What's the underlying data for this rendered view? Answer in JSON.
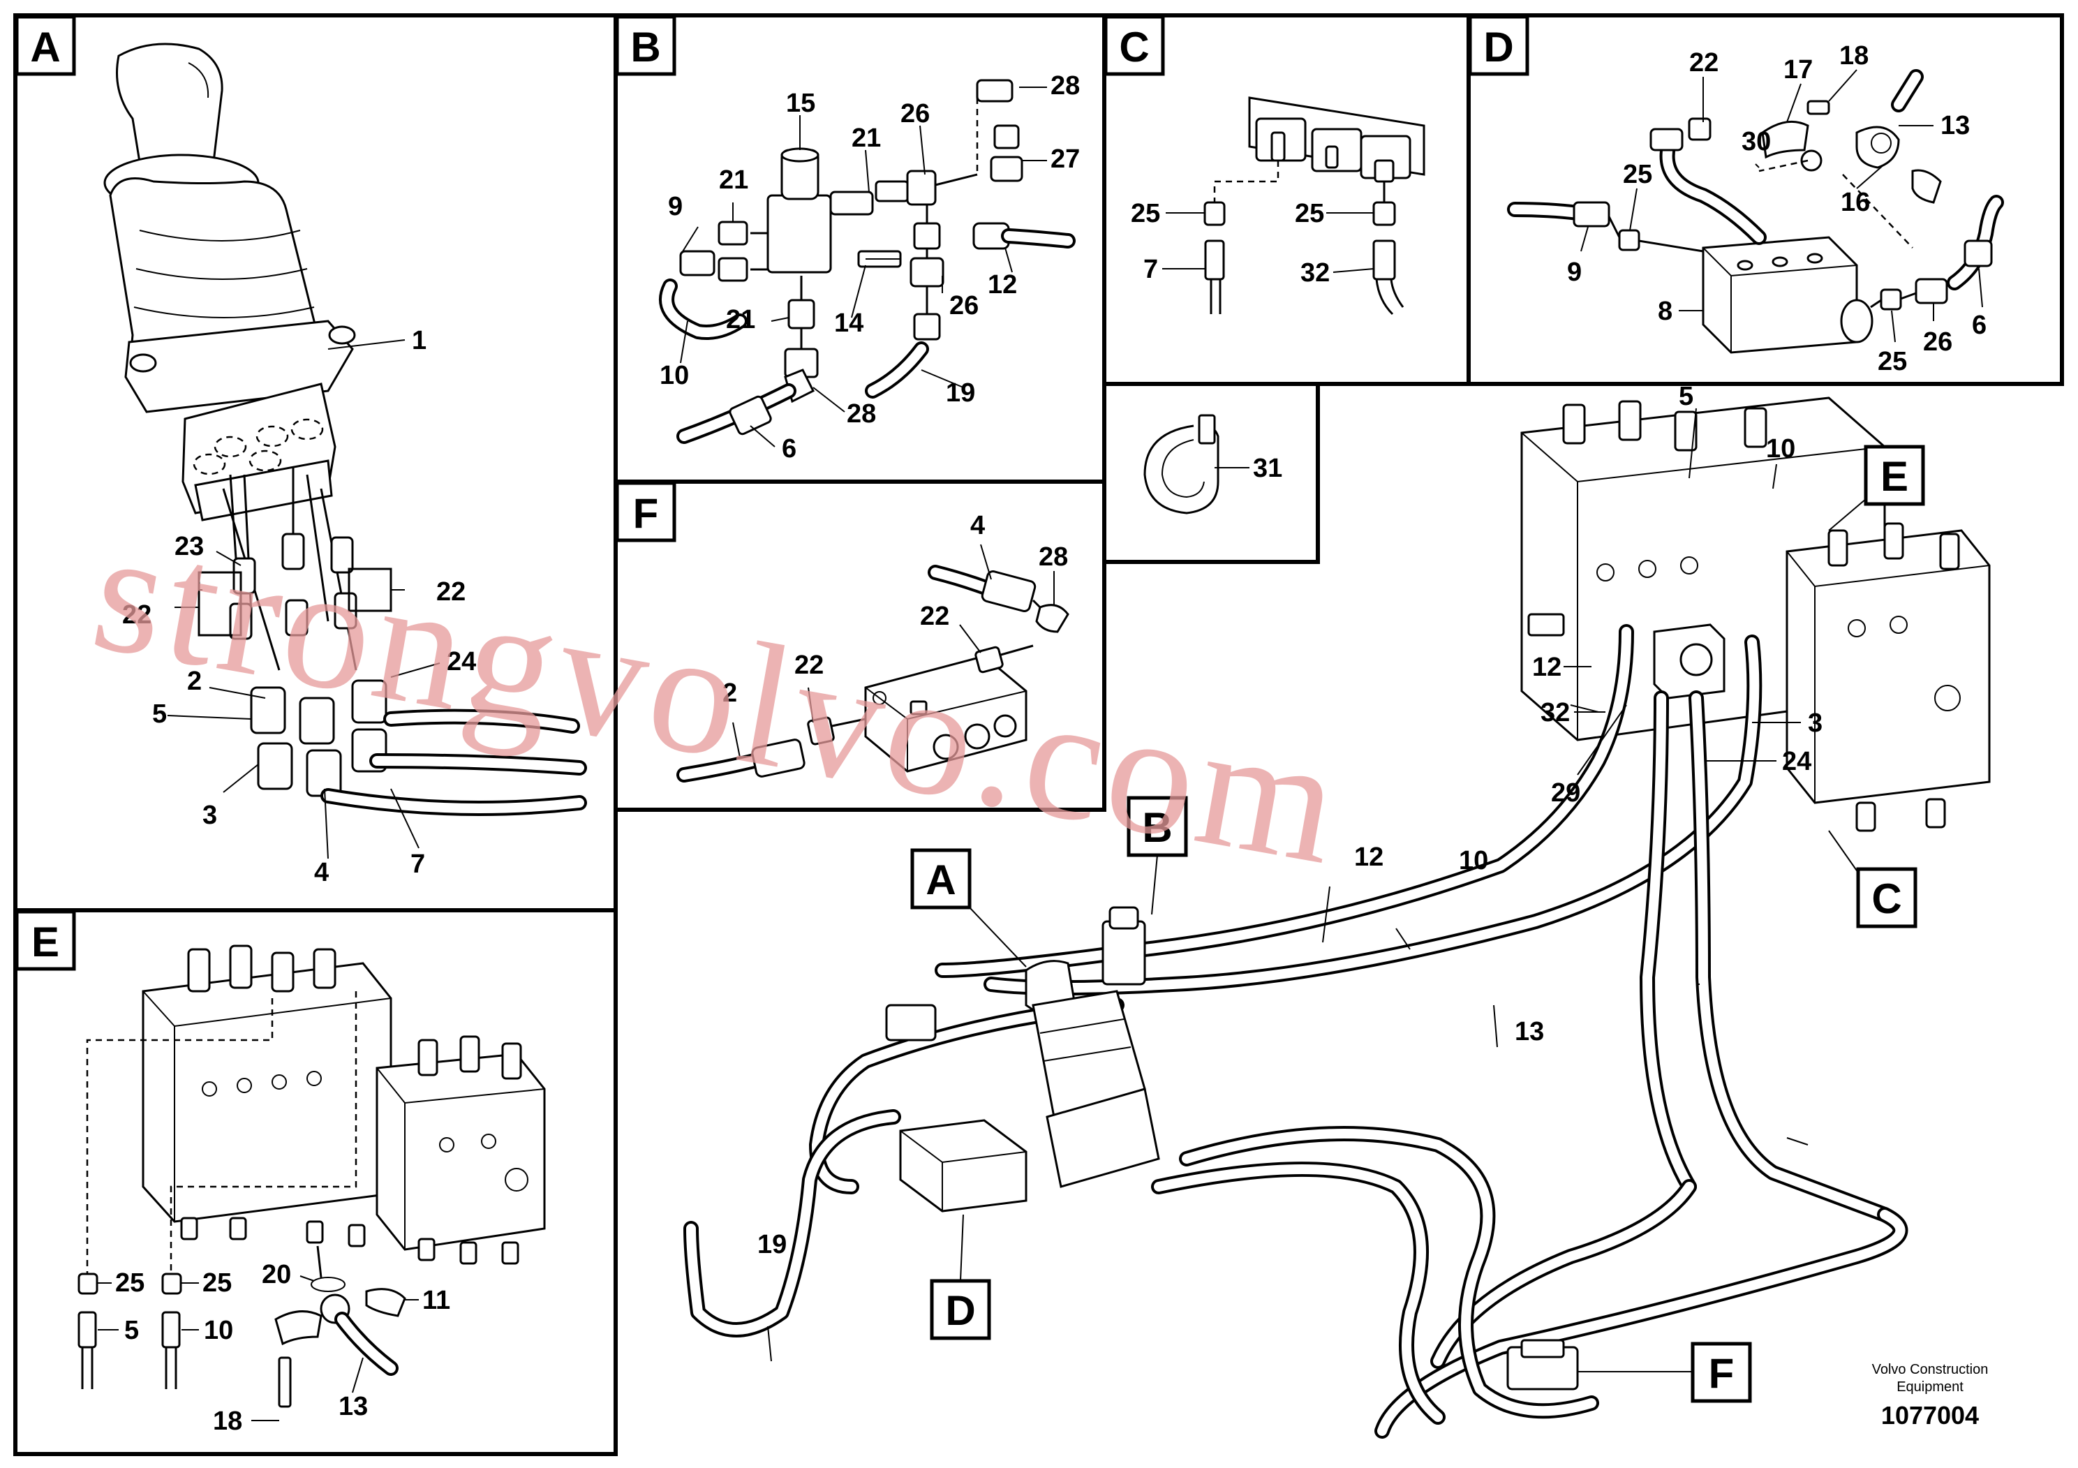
{
  "panels": {
    "A": {
      "letter": "A",
      "callouts": [
        "1",
        "23",
        "22",
        "22",
        "2",
        "24",
        "5",
        "3",
        "4",
        "7"
      ]
    },
    "B": {
      "letter": "B",
      "callouts": [
        "15",
        "21",
        "26",
        "28",
        "27",
        "9",
        "21",
        "12",
        "21",
        "14",
        "26",
        "10",
        "19",
        "28",
        "6"
      ]
    },
    "C": {
      "letter": "C",
      "callouts": [
        "25",
        "25",
        "7",
        "32"
      ]
    },
    "D": {
      "letter": "D",
      "callouts": [
        "22",
        "18",
        "17",
        "13",
        "30",
        "25",
        "16",
        "9",
        "8",
        "25",
        "26",
        "6"
      ]
    },
    "clamp": {
      "callouts": [
        "31"
      ]
    },
    "F": {
      "letter": "F",
      "callouts": [
        "4",
        "28",
        "22",
        "22",
        "2"
      ]
    },
    "E": {
      "letter": "E",
      "callouts": [
        "25",
        "25",
        "5",
        "10",
        "20",
        "11",
        "13",
        "18"
      ]
    },
    "main": {
      "callouts": [
        "5",
        "10",
        "12",
        "32",
        "3",
        "24",
        "29",
        "12",
        "10",
        "13",
        "19"
      ],
      "view_markers": [
        "E",
        "C",
        "B",
        "A",
        "D",
        "F"
      ]
    }
  },
  "watermark": "strongvolvo.com",
  "credit": {
    "line1": "Volvo Construction",
    "line2": "Equipment"
  },
  "reference_number": "1077004"
}
